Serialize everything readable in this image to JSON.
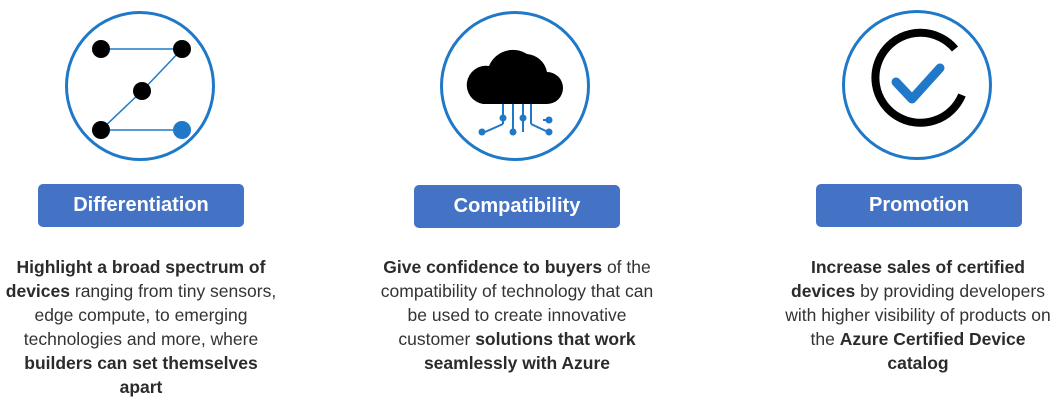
{
  "cards": [
    {
      "title": "Differentiation",
      "icon": "network-z-icon",
      "desc": [
        {
          "t": "Highlight a broad spectrum of devices",
          "b": true
        },
        {
          "t": " ranging from tiny sensors, edge compute, to emerging technologies and more, where ",
          "b": false
        },
        {
          "t": "builders can set themselves apart",
          "b": true
        }
      ]
    },
    {
      "title": "Compatibility",
      "icon": "cloud-connect-icon",
      "desc": [
        {
          "t": "Give confidence to buyers",
          "b": true
        },
        {
          "t": " of the compatibility of technology that can be used to create innovative customer ",
          "b": false
        },
        {
          "t": "solutions that work seamlessly with Azure",
          "b": true
        }
      ]
    },
    {
      "title": "Promotion",
      "icon": "checkmark-icon",
      "desc": [
        {
          "t": "Increase sales of certified devices",
          "b": true
        },
        {
          "t": " by providing developers with higher visibility of products on the ",
          "b": false
        },
        {
          "t": "Azure Certified Device catalog",
          "b": true
        }
      ]
    }
  ],
  "colors": {
    "circle_border": "#1f78c8",
    "badge_bg": "#4472c4",
    "accent_blue": "#1f78c8",
    "icon_dark": "#000000"
  }
}
